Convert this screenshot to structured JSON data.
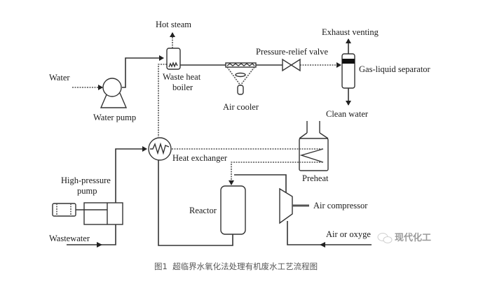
{
  "labels": {
    "water": "Water",
    "water_pump": "Water pump",
    "hot_steam": "Hot steam",
    "waste_heat_boiler_1": "Waste heat",
    "waste_heat_boiler_2": "boiler",
    "air_cooler": "Air cooler",
    "pressure_relief_valve": "Pressure-relief valve",
    "exhaust_venting": "Exhaust venting",
    "gas_liquid_separator": "Gas-liquid separator",
    "clean_water": "Clean water",
    "heat_exchanger": "Heat exchanger",
    "preheat": "Preheat",
    "high_pressure_pump_1": "High-pressure",
    "high_pressure_pump_2": "pump",
    "reactor": "Reactor",
    "air_compressor": "Air compressor",
    "air_or_oxygen": "Air or oxyge",
    "wastewater": "Wastewater"
  },
  "caption": "图1  超临界水氧化法处理有机废水工艺流程图",
  "watermark": "现代化工",
  "colors": {
    "line": "#333333",
    "caption": "#555555",
    "watermark": "#9a9a9a"
  }
}
